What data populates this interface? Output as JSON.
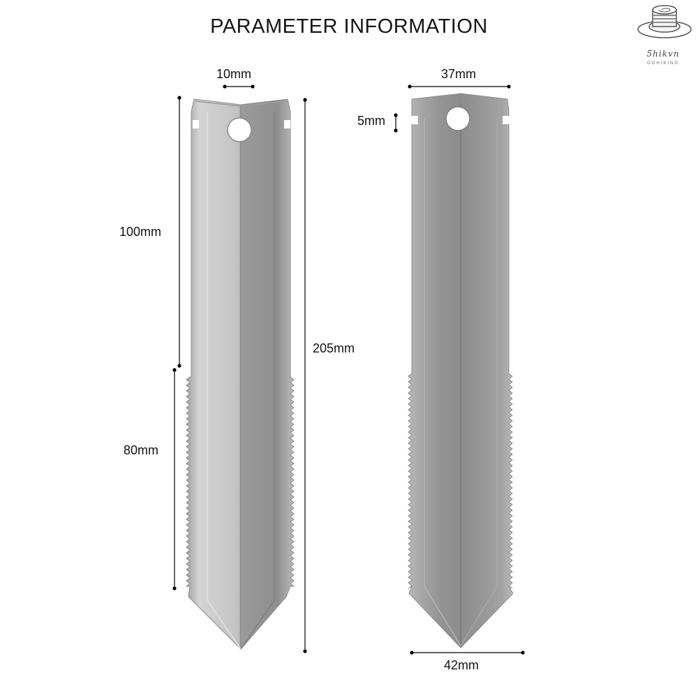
{
  "title": "PARAMETER INFORMATION",
  "logo": {
    "text": "5hikvn",
    "subtext": "GOHIKING",
    "icon": "spool-icon"
  },
  "dimensions": {
    "top_slot_width": "10mm",
    "upper_length": "100mm",
    "serrated_length": "80mm",
    "total_length": "205mm",
    "top_width": "37mm",
    "slot_depth": "5mm",
    "bottom_width": "42mm"
  },
  "colors": {
    "blade_light": "#c7c7c7",
    "blade_mid": "#a9a9a9",
    "blade_dark": "#8e8e8e",
    "dimension_line": "#000000"
  }
}
